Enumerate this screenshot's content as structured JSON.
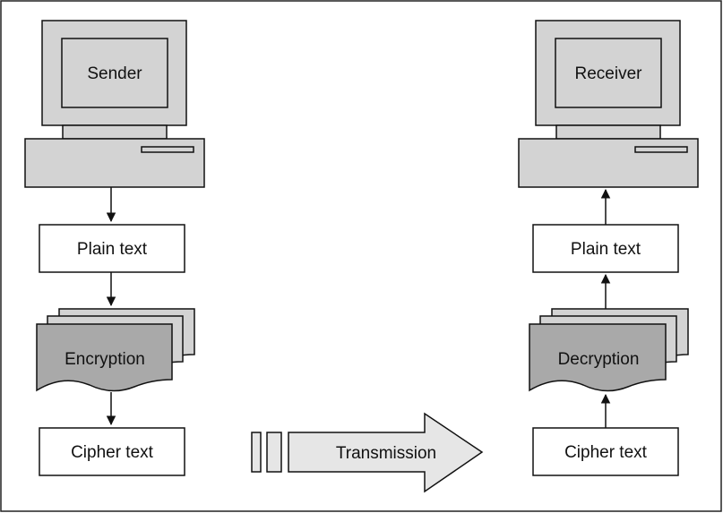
{
  "sender": {
    "computer_label": "Sender",
    "plain_text": "Plain text",
    "process": "Encryption",
    "cipher_text": "Cipher text"
  },
  "receiver": {
    "computer_label": "Receiver",
    "plain_text": "Plain text",
    "process": "Decryption",
    "cipher_text": "Cipher text"
  },
  "transmission_label": "Transmission",
  "colors": {
    "computer_fill": "#d3d3d3",
    "document_front_fill": "#a9a9a9",
    "document_back_fill": "#d3d3d3",
    "arrow_fill": "#e6e6e6",
    "box_fill": "#ffffff",
    "stroke": "#111111"
  }
}
